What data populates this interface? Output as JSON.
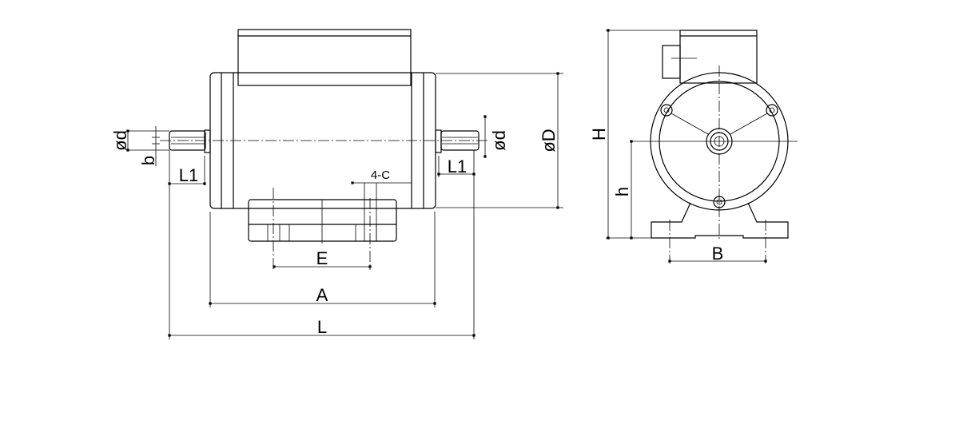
{
  "labels": {
    "phi_d_left": "ød",
    "b": "b",
    "L1_left": "L1",
    "L1_right": "L1",
    "four_c": "4-C",
    "phi_d_right": "ød",
    "phi_D": "øD",
    "E": "E",
    "A": "A",
    "L": "L",
    "H": "H",
    "h": "h",
    "B": "B"
  },
  "colors": {
    "line": "#000000",
    "background": "#ffffff"
  }
}
